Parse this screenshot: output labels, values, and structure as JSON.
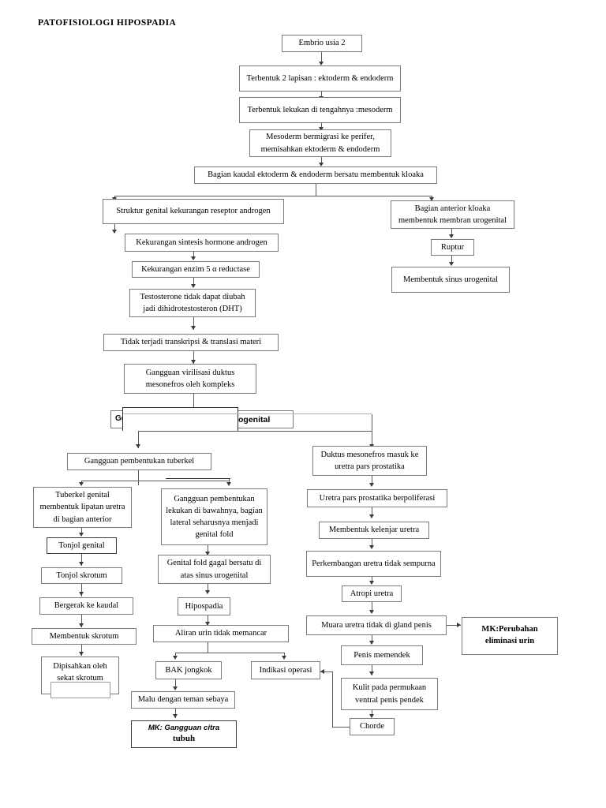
{
  "page": {
    "title": "PATOFISIOLOGI HIPOSPADIA"
  },
  "nodes": {
    "embrio": "Embrio usia 2",
    "dua_lapisan": "Terbentuk 2 lapisan : ektoderm & endoderm",
    "lekukan": "Terbentuk lekukan di tengahnya :mesoderm",
    "mesoderm_migrasi": "Mesoderm bermigrasi ke perifer, memisahkan ektoderm & endoderm",
    "kloaka": "Bagian kaudal ektoderm & endoderm bersatu membentuk kloaka",
    "struktur_genital": "Struktur genital kekurangan reseptor androgen",
    "kekurangan_sintesis": "Kekurangan sintesis hormone androgen",
    "kekurangan_enzim": "Kekurangan enzim 5 α reductase",
    "testosterone": "Testosterone tidak dapat diubah jadi dihidrotestosteron (DHT)",
    "tidak_transkripsi": "Tidak terjadi transkripsi & translasi materi",
    "gangguan_virilisasi": "Gangguan virilisasi duktus mesonefros oleh kompleks",
    "urogenital_occluded_left": "Ge",
    "urogenital_occluded_right": "ogenital",
    "anterior_kloaka": "Bagian anterior kloaka membentuk membran urogenital",
    "ruptur": "Ruptur",
    "sinus_urogenital": "Membentuk sinus urogenital",
    "gangguan_tuberkel": "Gangguan pembentukan tuberkel",
    "tuberkel_genital": "Tuberkel genital membentuk lipatan uretra di bagian anterior",
    "tonjol_genital": "Tonjol genital",
    "tonjol_skrotum": "Tonjol skrotum",
    "bergerak_kaudal": "Bergerak ke kaudal",
    "membentuk_skrotum": "Membentuk skrotum",
    "dipisahkan": "Dipisahkan oleh sekat skrotum",
    "gangguan_lekukan": "Gangguan pembentukan lekukan di bawahnya, bagian lateral seharusnya menjadi genital fold",
    "genital_fold_gagal": "Genital fold gagal bersatu di atas sinus urogenital",
    "hipospadia": "Hipospadia",
    "aliran_urin": "Aliran urin tidak memancar",
    "bak_jongkok": "BAK jongkok",
    "malu": "Malu dengan teman sebaya",
    "mk_citra_line1": "MK: Gangguan citra",
    "mk_citra_line2": "tubuh",
    "indikasi_operasi": "Indikasi operasi",
    "duktus_mesonefros": "Duktus mesonefros masuk ke uretra pars prostatika",
    "uretra_berpoliferasi": "Uretra pars prostatika berpoliferasi",
    "kelenjar_uretra": "Membentuk kelenjar uretra",
    "perkembangan_uretra": "Perkembangan uretra tidak sempurna",
    "atropi_uretra": "Atropi uretra",
    "muara_uretra": "Muara uretra tidak di gland penis",
    "mk_eliminasi_line1": "MK:Perubahan",
    "mk_eliminasi_line2": "eliminasi urin",
    "penis_memendek": "Penis memendek",
    "kulit_ventral": "Kulit pada permukaan ventral penis pendek",
    "chorde": "Chorde"
  },
  "colors": {
    "box_border": "#7b7b7b",
    "line": "#5a5a5a",
    "arrow": "#3a3a3a",
    "text": "#000000",
    "background": "#ffffff"
  }
}
